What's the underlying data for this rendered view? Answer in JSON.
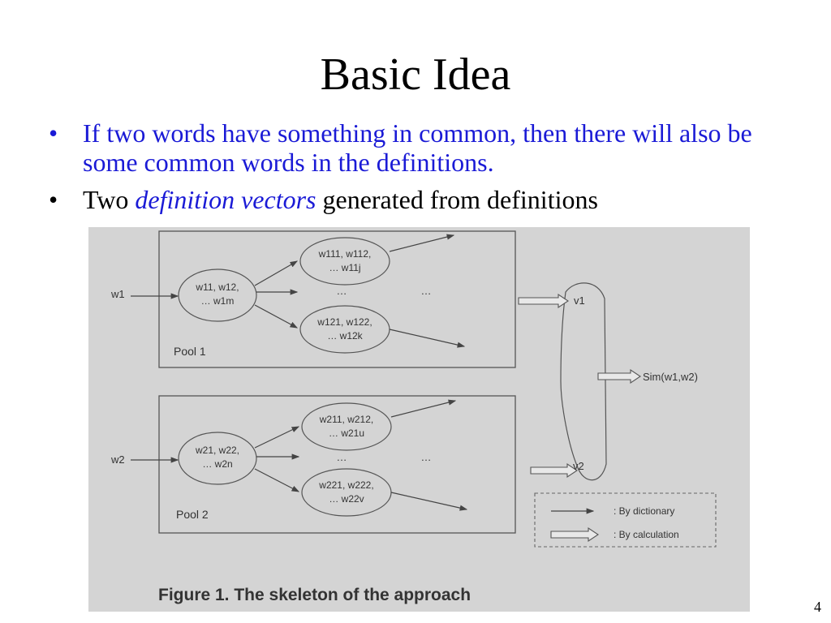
{
  "title": "Basic Idea",
  "bullets": {
    "b1": "If two words have something in common, then there will also be some common words in the definitions.",
    "b2_pre": "Two ",
    "b2_em": "definition vectors",
    "b2_post": " generated from definitions"
  },
  "figure": {
    "caption": "Figure 1. The skeleton of the approach",
    "pool1": {
      "label": "Pool 1",
      "input": "w1",
      "center": [
        "w11, w12,",
        "… w1m"
      ],
      "top": [
        "w111, w112,",
        "… w11j"
      ],
      "bottom": [
        "w121, w122,",
        "… w12k"
      ],
      "dots": [
        "…",
        "…"
      ]
    },
    "pool2": {
      "label": "Pool 2",
      "input": "w2",
      "center": [
        "w21, w22,",
        "… w2n"
      ],
      "top": [
        "w211, w212,",
        "… w21u"
      ],
      "bottom": [
        "w221, w222,",
        "… w22v"
      ],
      "dots": [
        "…",
        "…"
      ]
    },
    "v1": "v1",
    "v2": "v2",
    "sim": "Sim(w1,w2)",
    "legend": {
      "dictionary": ": By dictionary",
      "calculation": ": By calculation"
    }
  },
  "page_number": "4"
}
